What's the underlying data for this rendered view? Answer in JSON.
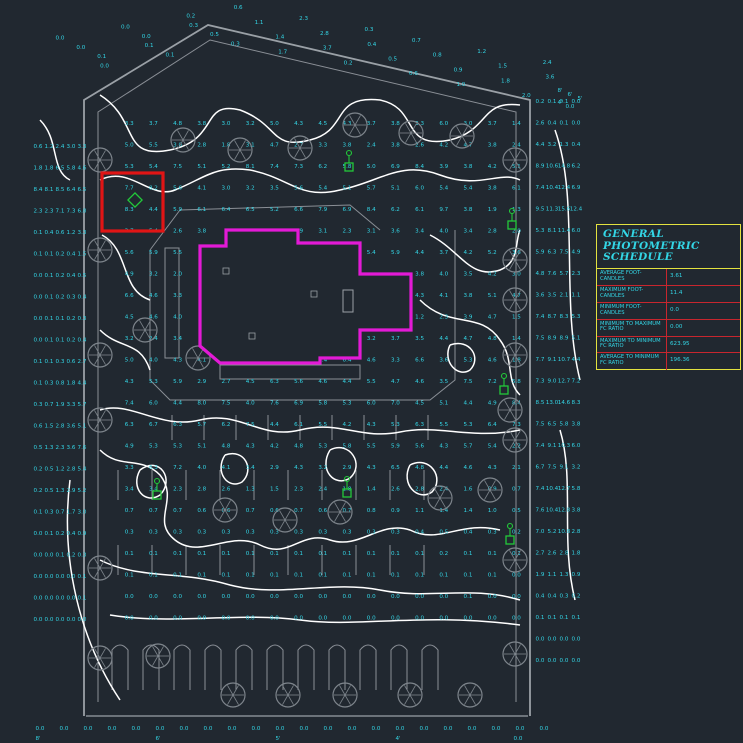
{
  "schedule": {
    "title_lines": [
      "GENERAL",
      "PHOTOMETRIC",
      "SCHEDULE"
    ],
    "rows": [
      {
        "label": "AVERAGE FOOT-CANDLES",
        "value": "3.61"
      },
      {
        "label": "MAXIMUM FOOT-CANDLES",
        "value": "11.4"
      },
      {
        "label": "MINIMUM FOOT-CANDLES",
        "value": "0.0"
      },
      {
        "label": "MINIMUM TO MAXIMUM FC RATIO",
        "value": "0.00"
      },
      {
        "label": "MAXIMUM TO MINIMUM FC RATIO",
        "value": "623.95"
      },
      {
        "label": "AVERAGE TO MINIMUM FC RATIO",
        "value": "196.36"
      }
    ]
  },
  "colors": {
    "background": "#212830",
    "readings": "#33d6e6",
    "contours": "#ffffff",
    "building_outline": "#e31ad6",
    "highlight_box": "#e01515",
    "fixtures": "#22c93a",
    "schedule_border": "#e3e23f",
    "schedule_grid": "#c8262e",
    "site_lines": "#8a8f96"
  },
  "grid": {
    "sample_rows": [
      [
        "3.8",
        "3.3",
        "3.7",
        "4.8",
        "3.8",
        "3.0",
        "3.2",
        "5.0",
        "4.3",
        "4.5",
        "4.3",
        "3.7",
        "3.8",
        "3.3",
        "6.0",
        "3.0",
        "3.7",
        "1.4"
      ],
      [
        "6.2",
        "5.0",
        "5.5",
        "3.0",
        "2.8",
        "1.8",
        "3.1",
        "4.7",
        "2.7",
        "3.3",
        "3.8",
        "2.4",
        "3.8",
        "2.6",
        "4.2",
        "4.7",
        "3.8",
        "2.4"
      ],
      [
        "5.3",
        "5.3",
        "5.4",
        "7.5",
        "5.1",
        "5.2",
        "8.1",
        "7.4",
        "7.3",
        "6.2",
        "5.8",
        "5.0",
        "6.9",
        "8.4",
        "3.9",
        "3.8",
        "4.2",
        "5.1"
      ],
      [
        "4.6",
        "7.7",
        "8.2",
        "5.6",
        "4.1",
        "3.0",
        "3.2",
        "3.5",
        "5.6",
        "5.4",
        "5.1",
        "5.7",
        "5.1",
        "6.0",
        "5.4",
        "5.4",
        "3.8",
        "6.1"
      ],
      [
        "8.1",
        "8.3",
        "4.4",
        "5.9",
        "6.1",
        "6.4",
        "6.5",
        "5.2",
        "6.6",
        "7.9",
        "6.9",
        "8.4",
        "6.2",
        "6.1",
        "9.7",
        "3.8",
        "1.9",
        "1.3"
      ],
      [
        "3.3",
        "3.7",
        "5.4",
        "2.6",
        "3.8",
        "2.8",
        "2.5",
        "2.8",
        "2.9",
        "3.1",
        "2.3",
        "3.1",
        "3.6",
        "3.4",
        "4.0",
        "3.4",
        "2.8",
        "2.0"
      ],
      [
        "5.4",
        "5.6",
        "5.9",
        "5.5",
        "4.6",
        "5.8",
        "5.0",
        "2.5",
        "5.4",
        "5.5",
        "6.8",
        "5.4",
        "5.9",
        "4.4",
        "3.7",
        "4.2",
        "5.2",
        "3.6"
      ],
      [
        "4.5",
        "4.9",
        "3.2",
        "2.0",
        "1.3",
        "1.2",
        "0.6",
        "0.4",
        "0.5",
        "0.6",
        "0.9",
        "1.3",
        "2.3",
        "3.8",
        "4.0",
        "3.5",
        "4.2",
        "3.0"
      ],
      [
        "7.0",
        "6.6",
        "4.6",
        "3.3",
        "2.9",
        "1.6",
        "2.0",
        "3.2",
        "3.4",
        "3.0",
        "3.6",
        "3.2",
        "3.8",
        "4.3",
        "4.1",
        "3.8",
        "5.1",
        "4.7"
      ],
      [
        "5.3",
        "4.5",
        "4.6",
        "4.0",
        "3.0",
        "1.4",
        "1.3",
        "1.2",
        "1.6",
        "1.1",
        "1.4",
        "1.3",
        "1.1",
        "1.2",
        "2.3",
        "3.9",
        "4.7",
        "1.5"
      ],
      [
        "3.6",
        "3.2",
        "2.4",
        "3.4",
        "2.6",
        "1.8",
        "1.7",
        "3.4",
        "3.6",
        "3.0",
        "3.0",
        "3.2",
        "3.7",
        "3.5",
        "4.4",
        "4.7",
        "4.8",
        "1.4"
      ],
      [
        "6.6",
        "5.0",
        "4.0",
        "4.3",
        "4.1",
        "4.0",
        "6.5",
        "7.0",
        "7.6",
        "6.4",
        "6.4",
        "4.6",
        "3.3",
        "6.6",
        "3.6",
        "5.3",
        "4.6",
        "1.8"
      ],
      [
        "5.5",
        "4.3",
        "5.3",
        "5.9",
        "2.9",
        "2.7",
        "4.5",
        "6.3",
        "5.6",
        "4.6",
        "4.4",
        "5.5",
        "4.7",
        "4.6",
        "3.5",
        "7.5",
        "7.2",
        "5.8"
      ],
      [
        "4.7",
        "7.4",
        "6.0",
        "4.4",
        "8.0",
        "7.5",
        "4.0",
        "7.6",
        "6.9",
        "5.8",
        "5.3",
        "6.0",
        "7.0",
        "4.5",
        "5.1",
        "4.4",
        "4.9",
        "8.4"
      ],
      [
        "8.1",
        "6.3",
        "6.7",
        "6.3",
        "5.7",
        "6.2",
        "7.5",
        "4.4",
        "6.1",
        "5.5",
        "4.2",
        "4.3",
        "5.3",
        "6.3",
        "5.5",
        "5.3",
        "6.4",
        "7.3"
      ],
      [
        "5.6",
        "4.9",
        "5.3",
        "5.3",
        "5.1",
        "4.8",
        "4.3",
        "4.2",
        "4.8",
        "5.3",
        "5.8",
        "5.5",
        "5.9",
        "5.6",
        "4.3",
        "5.7",
        "5.4",
        "2.2"
      ],
      [
        "2.4",
        "3.3",
        "6.3",
        "7.2",
        "4.0",
        "4.1",
        "3.4",
        "2.9",
        "4.3",
        "3.2",
        "2.9",
        "4.3",
        "6.5",
        "4.8",
        "4.4",
        "4.6",
        "4.3",
        "2.1"
      ],
      [
        "3.1",
        "3.4",
        "3.4",
        "2.3",
        "2.8",
        "2.6",
        "1.3",
        "1.5",
        "2.3",
        "2.4",
        "1.8",
        "1.4",
        "2.6",
        "2.8",
        "2.4",
        "1.6",
        "0.9",
        "0.7"
      ],
      [
        "0.7",
        "0.7",
        "0.7",
        "0.7",
        "0.6",
        "0.6",
        "0.7",
        "0.6",
        "0.7",
        "0.6",
        "0.7",
        "0.8",
        "0.9",
        "1.1",
        "1.4",
        "1.4",
        "1.0",
        "0.5"
      ],
      [
        "0.3",
        "0.3",
        "0.3",
        "0.3",
        "0.3",
        "0.3",
        "0.3",
        "0.3",
        "0.3",
        "0.3",
        "0.3",
        "0.3",
        "0.3",
        "0.4",
        "0.5",
        "0.4",
        "0.3",
        "0.2"
      ],
      [
        "0.1",
        "0.1",
        "0.1",
        "0.1",
        "0.1",
        "0.1",
        "0.1",
        "0.1",
        "0.1",
        "0.1",
        "0.1",
        "0.1",
        "0.1",
        "0.1",
        "0.2",
        "0.1",
        "0.1",
        "0.1"
      ],
      [
        "0.1",
        "0.1",
        "0.1",
        "0.1",
        "0.1",
        "0.1",
        "0.1",
        "0.1",
        "0.1",
        "0.1",
        "0.1",
        "0.1",
        "0.1",
        "0.1",
        "0.1",
        "0.1",
        "0.1",
        "0.0"
      ],
      [
        "0.0",
        "0.0",
        "0.0",
        "0.0",
        "0.0",
        "0.0",
        "0.0",
        "0.0",
        "0.0",
        "0.0",
        "0.0",
        "0.0",
        "0.0",
        "0.0",
        "0.0",
        "0.1",
        "0.0",
        "0.0"
      ],
      [
        "0.0",
        "0.0",
        "0.0",
        "0.0",
        "0.0",
        "0.0",
        "0.0",
        "0.0",
        "0.0",
        "0.0",
        "0.0",
        "0.0",
        "0.0",
        "0.0",
        "0.0",
        "0.0",
        "0.0",
        "0.0"
      ]
    ],
    "left_columns": [
      [
        "0.6",
        "1.2",
        "2.4",
        "3.0",
        "3.3"
      ],
      [
        "1.8",
        "1.8",
        "6.5",
        "5.8",
        "4.6"
      ],
      [
        "8.4",
        "8.1",
        "8.5",
        "6.4",
        "6.5"
      ],
      [
        "2.3",
        "2.3",
        "7.1",
        "7.3",
        "6.8"
      ],
      [
        "0.1",
        "0.4",
        "0.6",
        "1.2",
        "3.3"
      ],
      [
        "0.1",
        "0.1",
        "0.2",
        "0.4",
        "1.5"
      ],
      [
        "0.0",
        "0.1",
        "0.2",
        "0.4",
        "0.5"
      ],
      [
        "0.0",
        "0.1",
        "0.2",
        "0.3",
        "0.4"
      ],
      [
        "0.0",
        "0.1",
        "0.1",
        "0.2",
        "0.3"
      ],
      [
        "0.0",
        "0.1",
        "0.1",
        "0.2",
        "0.4"
      ],
      [
        "0.1",
        "0.1",
        "0.3",
        "0.6",
        "2.7"
      ],
      [
        "0.1",
        "0.3",
        "0.8",
        "1.8",
        "4.4"
      ],
      [
        "0.3",
        "0.7",
        "1.9",
        "3.3",
        "5.7"
      ],
      [
        "0.6",
        "1.5",
        "2.8",
        "3.6",
        "5.1"
      ],
      [
        "0.5",
        "1.3",
        "2.3",
        "3.6",
        "7.6"
      ],
      [
        "0.2",
        "0.5",
        "1.2",
        "2.8",
        "5.4"
      ],
      [
        "0.2",
        "0.5",
        "1.3",
        "2.9",
        "5.2"
      ],
      [
        "0.1",
        "0.3",
        "0.7",
        "1.7",
        "3.0"
      ],
      [
        "0.0",
        "0.1",
        "0.2",
        "0.4",
        "0.9"
      ],
      [
        "0.0",
        "0.0",
        "0.1",
        "0.2",
        "0.3"
      ],
      [
        "0.0",
        "0.0",
        "0.0",
        "0.0",
        "0.1"
      ],
      [
        "0.0",
        "0.0",
        "0.0",
        "0.0",
        "0.1"
      ],
      [
        "0.0",
        "0.0",
        "0.0",
        "0.0",
        "0.0"
      ]
    ],
    "right_columns": [
      [
        "0.2",
        "0.1",
        "0.1",
        "0.0"
      ],
      [
        "2.6",
        "0.4",
        "0.1",
        "0.0"
      ],
      [
        "4.4",
        "3.2",
        "1.3",
        "0.4"
      ],
      [
        "8.9",
        "10.6",
        "14.8",
        "6.2"
      ],
      [
        "7.4",
        "10.4",
        "12.4",
        "6.9"
      ],
      [
        "9.5",
        "11.3",
        "15.6",
        "12.4"
      ],
      [
        "5.3",
        "8.1",
        "11.4",
        "6.0"
      ],
      [
        "5.9",
        "6.3",
        "7.5",
        "4.9"
      ],
      [
        "4.8",
        "7.6",
        "5.7",
        "2.3"
      ],
      [
        "3.6",
        "3.5",
        "2.1",
        "1.1"
      ],
      [
        "7.4",
        "8.7",
        "8.3",
        "5.3"
      ],
      [
        "7.5",
        "8.9",
        "8.9",
        "5.1"
      ],
      [
        "7.7",
        "9.1",
        "10.7",
        "4.4"
      ],
      [
        "7.3",
        "9.0",
        "12.7",
        "7.2"
      ],
      [
        "8.5",
        "13.0",
        "14.6",
        "8.3"
      ],
      [
        "7.5",
        "6.5",
        "5.8",
        "3.8"
      ],
      [
        "7.4",
        "9.1",
        "10.3",
        "6.0"
      ],
      [
        "6.7",
        "7.5",
        "9.1",
        "3.2"
      ],
      [
        "7.4",
        "10.4",
        "12.7",
        "5.8"
      ],
      [
        "7.6",
        "10.4",
        "12.8",
        "3.8"
      ],
      [
        "7.0",
        "5.2",
        "10.8",
        "2.8"
      ],
      [
        "2.7",
        "2.6",
        "2.8",
        "1.8"
      ],
      [
        "1.9",
        "1.1",
        "1.3",
        "0.9"
      ],
      [
        "0.4",
        "0.4",
        "0.3",
        "0.2"
      ],
      [
        "0.1",
        "0.1",
        "0.1",
        "0.1"
      ],
      [
        "0.0",
        "0.0",
        "0.0",
        "0.0"
      ],
      [
        "0.0",
        "0.0",
        "0.0",
        "0.0"
      ]
    ],
    "top_cluster": [
      "0.0",
      "0.0",
      "0.1",
      "0.0",
      "0.0",
      "0.0",
      "0.1",
      "0.1",
      "0.2",
      "0.3",
      "0.5",
      "0.3",
      "0.6",
      "1.1",
      "1.4",
      "1.7",
      "2.3",
      "2.8",
      "3.7",
      "0.2",
      "0.3",
      "0.4",
      "0.5",
      "0.6",
      "0.7",
      "0.8",
      "0.9",
      "1.0",
      "1.2",
      "1.5",
      "1.8",
      "2.0",
      "2.4",
      "3.6"
    ],
    "edge_marks": [
      "8'",
      "6'",
      "5'",
      "4'",
      "0.0"
    ]
  }
}
